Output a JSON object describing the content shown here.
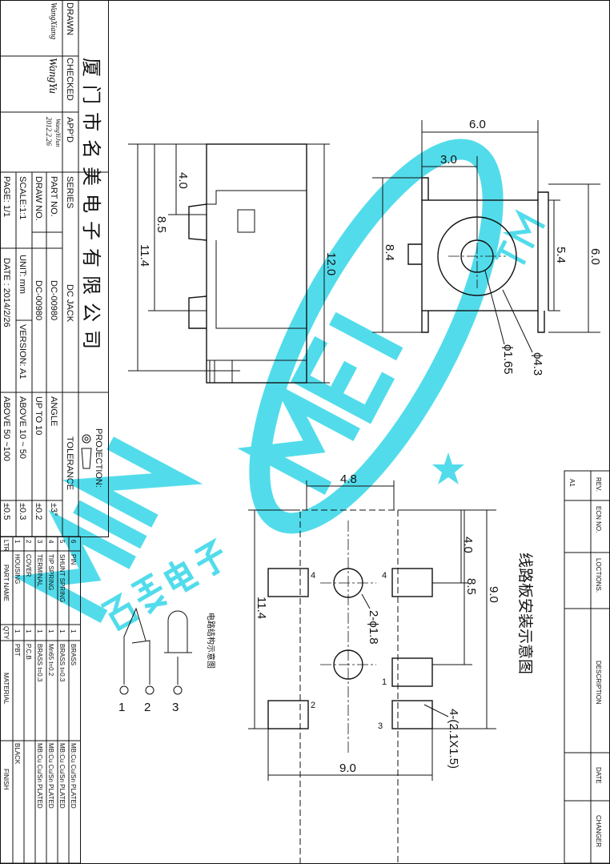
{
  "title_block": {
    "company": "厦门市名美电子有限公司",
    "drawn_label": "DRAWN",
    "drawn_by": "WangXiang",
    "checked_label": "CHECKED",
    "checked_by": "WangYu",
    "appd_label": "APP'D",
    "appd_by": "WangYiJun",
    "appd_date": "2012.2.26",
    "series_label": "SERIES",
    "series": "DC JACK",
    "part_no_label": "PART NO.",
    "part_no": "DC-00980",
    "draw_no_label": "DRAW NO.",
    "draw_no": "DC-00980",
    "scale": "SCALE:1:1",
    "unit": "UNIT: mm",
    "version": "VERSION: A1",
    "page": "PAGE:  1/1",
    "date": "DATE : 2014/2/26",
    "projection_label": "PROJECTION:",
    "tolerance_label": "TOLERANCE",
    "tolerances": [
      {
        "range": "ANGLE",
        "value": "±3°"
      },
      {
        "range": "UP TO 10",
        "value": "±0.2"
      },
      {
        "range": "ABOVE 10 ~ 50",
        "value": "±0.3"
      },
      {
        "range": "ABOVE 50 ~100",
        "value": "±0.5"
      }
    ]
  },
  "bom": {
    "headers": [
      "LTR",
      "PART NAME",
      "QTY",
      "MATERIAL",
      "FINISH"
    ],
    "rows": [
      {
        "ltr": "6",
        "name": "PIN",
        "qty": "1",
        "material": "BRASS",
        "finish": "MB:Cu   Cu/Sn   PLATED"
      },
      {
        "ltr": "5",
        "name": "SHUNT  SPRING",
        "qty": "1",
        "material": "BRASS  t=0.3",
        "finish": "MB:Cu   Cu/Sn   PLATED"
      },
      {
        "ltr": "4",
        "name": "TIP  SPRING",
        "qty": "1",
        "material": "Mn65  t=0.2",
        "finish": "MB:Cu   Cu/Sn   PLATED"
      },
      {
        "ltr": "3",
        "name": "TERMINAL",
        "qty": "1",
        "material": "BRASS  t=0.3",
        "finish": "MB:Cu   Cu/Sn   PLATED"
      },
      {
        "ltr": "2",
        "name": "COVER",
        "qty": "1",
        "material": "P.C.B",
        "finish": ""
      },
      {
        "ltr": "1",
        "name": "HOUSING",
        "qty": "1",
        "material": "PBT",
        "finish": "BLACK"
      }
    ]
  },
  "revision": {
    "headers": [
      "REV.",
      "ECN NO.",
      "LOCTIONS.",
      "DESCRIPTION",
      "DATE",
      "CHANGER"
    ],
    "rev": "A1"
  },
  "side_view": {
    "dims": [
      "4.0",
      "8.5",
      "11.4",
      "12.0"
    ]
  },
  "front_view": {
    "dims": [
      "6.0",
      "3.0",
      "8.4",
      "5.4",
      "6.0",
      "ϕ1.65",
      "ϕ4.3"
    ]
  },
  "pcb_layout": {
    "title": "线路板安装示意图",
    "dims": [
      "4.8",
      "4.0",
      "8.5",
      "9.0",
      "11.4",
      "2-ϕ1.8",
      "4-(2.1X1.5)",
      "9.0"
    ],
    "pad_labels": [
      "4",
      "4",
      "1",
      "2",
      "3"
    ]
  },
  "schematic": {
    "title": "电路结构示意图",
    "pins": [
      "1",
      "2",
      "3"
    ]
  },
  "watermark": {
    "text": "MING MEI 名美电子",
    "tm": "TM",
    "color": "#33d6e8"
  }
}
